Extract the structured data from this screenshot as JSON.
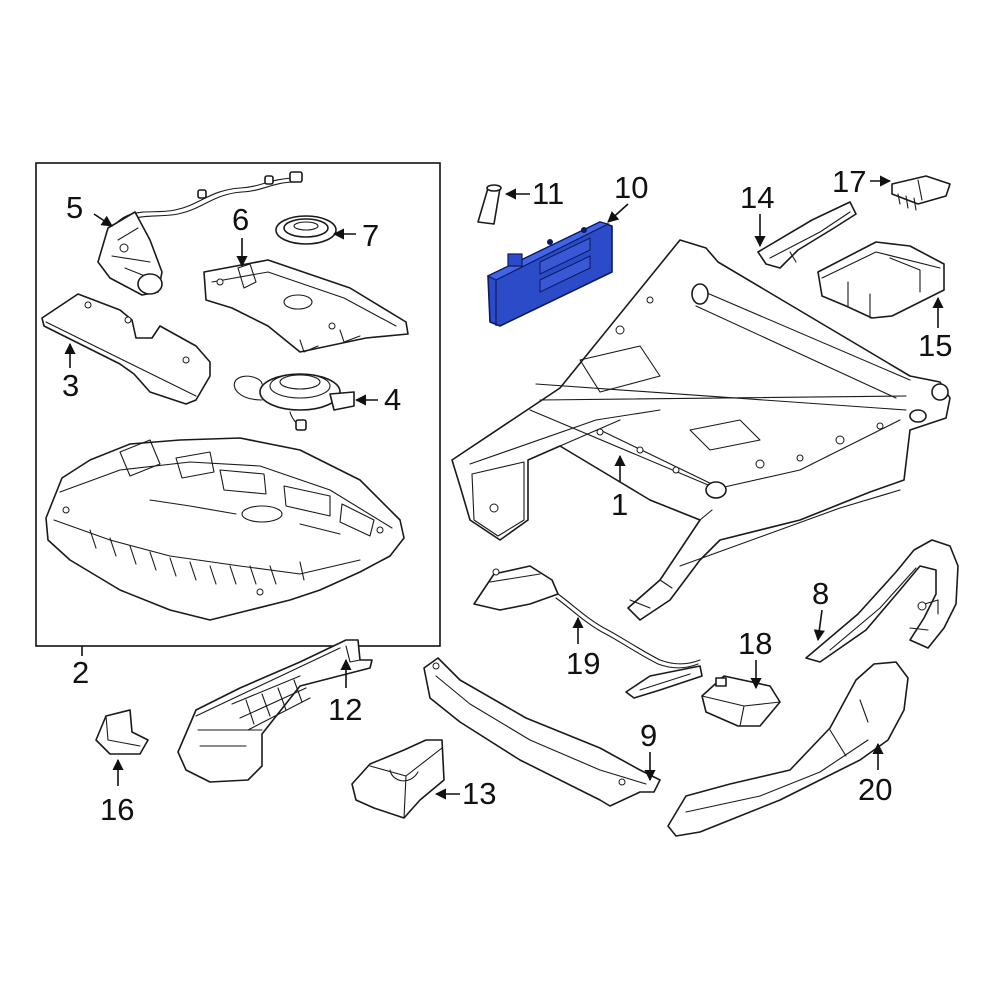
{
  "diagram": {
    "highlight_color": "#2b4bc8",
    "line_color": "#1a1a1a",
    "callouts": {
      "c1": "1",
      "c2": "2",
      "c3": "3",
      "c4": "4",
      "c5": "5",
      "c6": "6",
      "c7": "7",
      "c8": "8",
      "c9": "9",
      "c10": "10",
      "c11": "11",
      "c12": "12",
      "c13": "13",
      "c14": "14",
      "c15": "15",
      "c16": "16",
      "c17": "17",
      "c18": "18",
      "c19": "19",
      "c20": "20"
    }
  }
}
